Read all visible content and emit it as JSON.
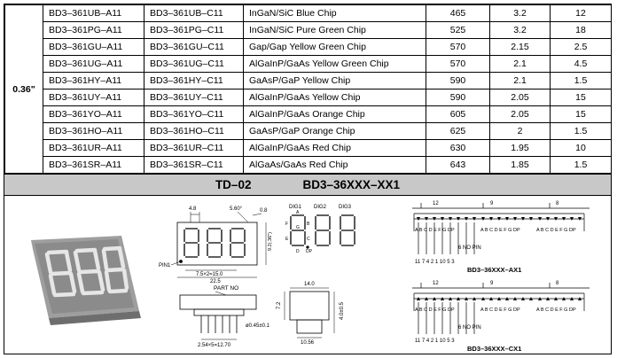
{
  "table": {
    "size_label": "0.36\"",
    "rows": [
      {
        "pn_a": "BD3–361UB–A11",
        "pn_c": "BD3–361UB–C11",
        "chip": "InGaN/SiC  Blue Chip",
        "wavelength": "465",
        "vf": "3.2",
        "iv": "12"
      },
      {
        "pn_a": "BD3–361PG–A11",
        "pn_c": "BD3–361PG–C11",
        "chip": "InGaN/SiC Pure Green  Chip",
        "wavelength": "525",
        "vf": "3.2",
        "iv": "18"
      },
      {
        "pn_a": "BD3–361GU–A11",
        "pn_c": "BD3–361GU–C11",
        "chip": "Gap/Gap Yellow Green  Chip",
        "wavelength": "570",
        "vf": "2.15",
        "iv": "2.5"
      },
      {
        "pn_a": "BD3–361UG–A11",
        "pn_c": "BD3–361UG–C11",
        "chip": "AlGaInP/GaAs Yellow Green Chip",
        "wavelength": "570",
        "vf": "2.1",
        "iv": "4.5"
      },
      {
        "pn_a": "BD3–361HY–A11",
        "pn_c": "BD3–361HY–C11",
        "chip": "GaAsP/GaP Yellow  Chip",
        "wavelength": "590",
        "vf": "2.1",
        "iv": "1.5"
      },
      {
        "pn_a": "BD3–361UY–A11",
        "pn_c": "BD3–361UY–C11",
        "chip": "AlGaInP/GaAs Yellow  Chip",
        "wavelength": "590",
        "vf": "2.05",
        "iv": "15"
      },
      {
        "pn_a": "BD3–361YO–A11",
        "pn_c": "BD3–361YO–C11",
        "chip": "AlGaInP/GaAs Orange  Chip",
        "wavelength": "605",
        "vf": "2.05",
        "iv": "15"
      },
      {
        "pn_a": "BD3–361HO–A11",
        "pn_c": "BD3–361HO–C11",
        "chip": "GaAsP/GaP Orange  Chip",
        "wavelength": "625",
        "vf": "2",
        "iv": "1.5"
      },
      {
        "pn_a": "BD3–361UR–A11",
        "pn_c": "BD3–361UR–C11",
        "chip": "AlGaInP/GaAs Red  Chip",
        "wavelength": "630",
        "vf": "1.95",
        "iv": "10"
      },
      {
        "pn_a": "BD3–361SR–A11",
        "pn_c": "BD3–361SR–C11",
        "chip": "AlGaAs/GaAs Red Chip",
        "wavelength": "643",
        "vf": "1.85",
        "iv": "1.5"
      }
    ]
  },
  "banner": {
    "code": "TD–02",
    "series": "BD3–36XXX–XX1"
  },
  "drawing": {
    "dim_top_48": "4.8",
    "dim_top_angle": "5.60°",
    "dim_top_08": "0.8",
    "dim_height": "9.2(.36\")",
    "pin1": "PIN1",
    "dim_pitch": "7.5×2=15.0",
    "dim_width": "22.5",
    "part_no": "PART NO",
    "dim_pins": "2.54×5=12.70",
    "dim_pin_dia": "ø0.45±0.1",
    "dim_depth": "14.0",
    "dim_72": "7.2",
    "dim_40": "4.0±0.5",
    "dim_1056": "10.56",
    "dig1": "DIG1",
    "dig2": "DIG2",
    "dig3": "DIG3",
    "seg_a": "A",
    "seg_b": "B",
    "seg_c": "C",
    "seg_d": "D",
    "seg_e": "E",
    "seg_f": "F",
    "seg_g": "G",
    "seg_dp": "DP",
    "circuit_ax1": "BD3–36XXX–AX1",
    "circuit_cx1": "BD3–36XXX–CX1",
    "no_pin": "6  NO  PIN",
    "pin12": "12",
    "pin9": "9",
    "pin8": "8",
    "dig_label": "DIG",
    "seg_letters": "A B C D E F G DP",
    "bottom_pins": "11  7  4  2  1  10  5  3"
  }
}
